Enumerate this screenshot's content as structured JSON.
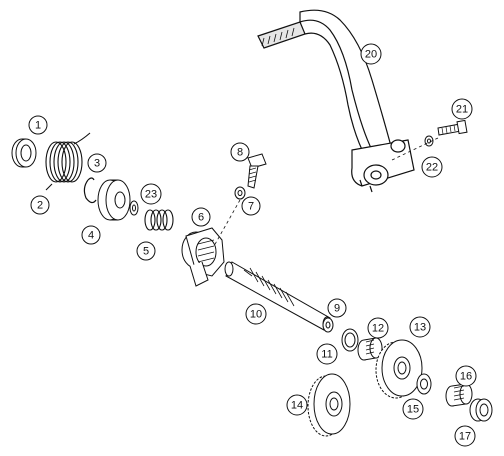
{
  "callouts": [
    {
      "id": "1",
      "label": "1"
    },
    {
      "id": "2",
      "label": "2"
    },
    {
      "id": "3",
      "label": "3"
    },
    {
      "id": "4",
      "label": "4"
    },
    {
      "id": "5",
      "label": "5"
    },
    {
      "id": "6",
      "label": "6"
    },
    {
      "id": "7",
      "label": "7"
    },
    {
      "id": "8",
      "label": "8"
    },
    {
      "id": "9",
      "label": "9"
    },
    {
      "id": "10",
      "label": "10"
    },
    {
      "id": "11",
      "label": "11"
    },
    {
      "id": "12",
      "label": "12"
    },
    {
      "id": "13",
      "label": "13"
    },
    {
      "id": "14",
      "label": "14"
    },
    {
      "id": "15",
      "label": "15"
    },
    {
      "id": "16",
      "label": "16"
    },
    {
      "id": "17",
      "label": "17"
    },
    {
      "id": "20",
      "label": "20"
    },
    {
      "id": "21",
      "label": "21"
    },
    {
      "id": "22",
      "label": "22"
    },
    {
      "id": "23",
      "label": "23"
    }
  ]
}
